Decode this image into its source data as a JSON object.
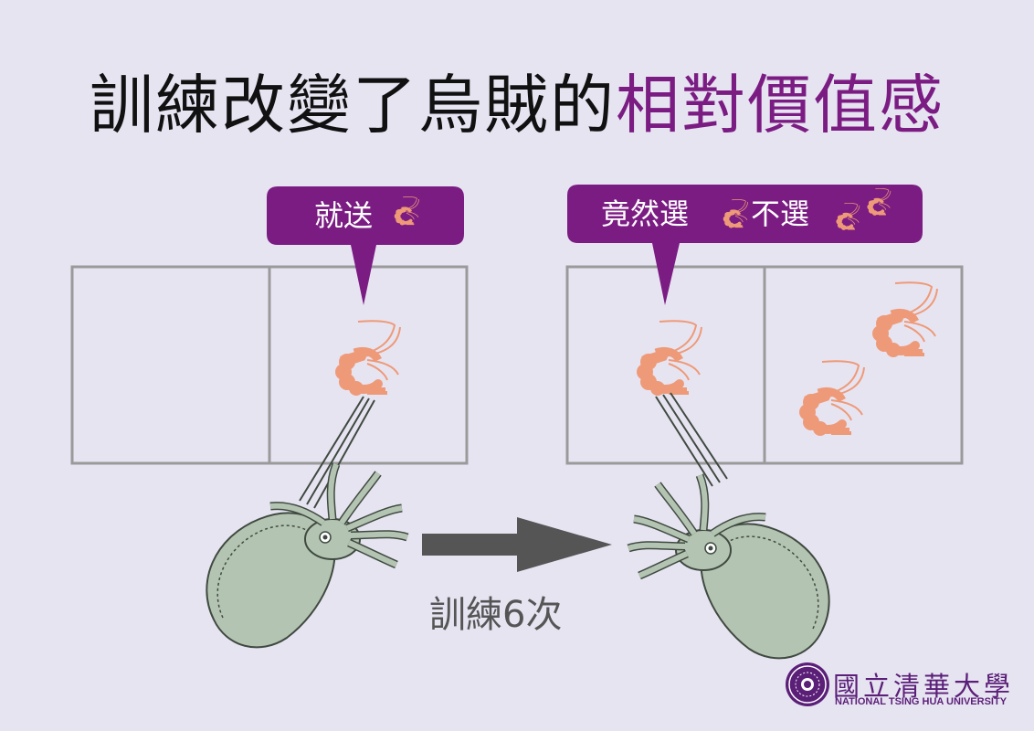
{
  "title": {
    "main": "訓練改變了烏賊的",
    "highlight": "相對價值感"
  },
  "left_panel": {
    "bubble_text": "就送"
  },
  "right_panel": {
    "bubble_text_1": "竟然選",
    "bubble_text_2": "不選"
  },
  "arrow_label": "訓練6次",
  "logo": {
    "name_cn": "國立清華大學",
    "name_en": "NATIONAL TSING HUA UNIVERSITY"
  },
  "colors": {
    "background": "#e7e4f2",
    "accent_purple": "#7b1c83",
    "shrimp": "#ee9a78",
    "cuttlefish": "#b4c4b2",
    "box_stroke": "#9a9a9a",
    "arrow": "#555555"
  }
}
